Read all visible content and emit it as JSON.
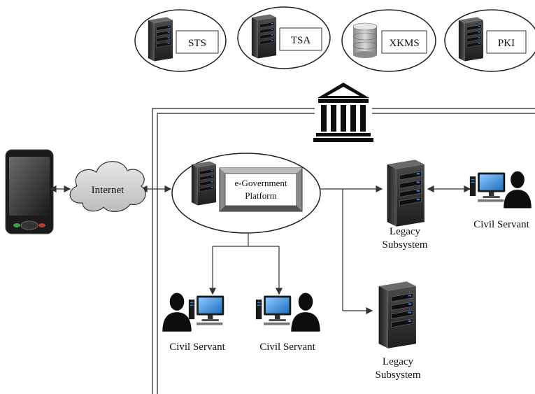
{
  "top_services": [
    {
      "label": "STS",
      "icon": "server-tower-icon"
    },
    {
      "label": "TSA",
      "icon": "server-tower-icon"
    },
    {
      "label": "XKMS",
      "icon": "database-icon"
    },
    {
      "label": "PKI",
      "icon": "server-tower-icon"
    }
  ],
  "government_icon": "government-building-icon",
  "internet": {
    "label": "Internet"
  },
  "mobile_icon": "smartphone-icon",
  "platform": {
    "label_line1": "e-Government",
    "label_line2": "Platform"
  },
  "legacy_subsystems": [
    {
      "label_line1": "Legacy",
      "label_line2": "Subsystem"
    },
    {
      "label_line1": "Legacy",
      "label_line2": "Subsystem"
    }
  ],
  "civil_servants": [
    {
      "label": "Civil Servant"
    },
    {
      "label": "Civil Servant"
    },
    {
      "label": "Civil Servant"
    }
  ],
  "colors": {
    "line": "#333333",
    "server_dark": "#2b2b2b",
    "server_light": "#6a6a6a",
    "server_led": "#3a7bd5",
    "monitor_screen": "#2f8fe0",
    "person": "#0d0d0d",
    "cloud": "#d4d4d4",
    "platform_frame": "#8a8a8a"
  }
}
